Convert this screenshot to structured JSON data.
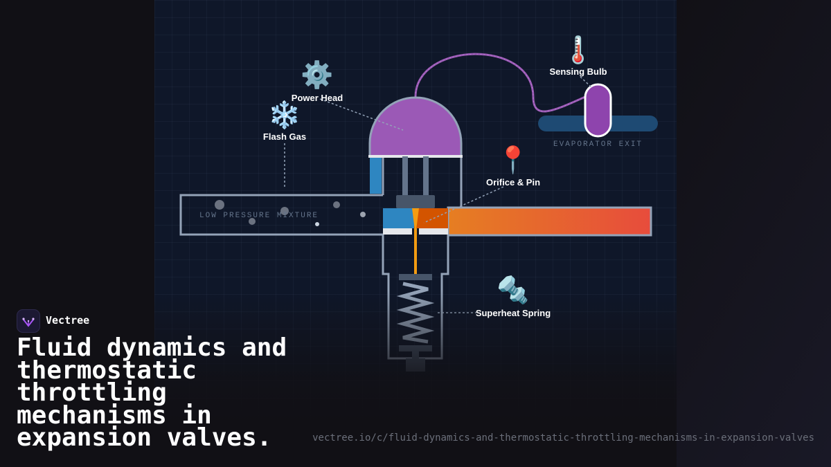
{
  "diagram": {
    "labels": {
      "power_head": "Power Head",
      "flash_gas": "Flash Gas",
      "sensing_bulb": "Sensing Bulb",
      "orifice_pin": "Orifice & Pin",
      "superheat_spring": "Superheat Spring"
    },
    "icons": {
      "power_head": "⚙️",
      "flash_gas": "❄️",
      "sensing_bulb": "🌡️",
      "orifice_pin": "📍",
      "superheat_spring": "🔩"
    },
    "tags": {
      "evaporator_exit": "EVAPORATOR EXIT",
      "low_pressure_mixture": "LOW PRESSURE MIXTURE"
    },
    "colors": {
      "background": "#0f1729",
      "power_head": "#9b59b6",
      "capillary": "#9b59b6",
      "low_pressure_liquid": "#2e86c1",
      "high_pressure_liquid_start": "#e67e22",
      "high_pressure_liquid_end": "#e74c3c",
      "pin": "#f39c12",
      "pipe_outline": "#94a3b8"
    }
  },
  "brand": {
    "name": "Vectree"
  },
  "title": "Fluid dynamics and thermostatic throttling mechanisms in expansion valves.",
  "url": "vectree.io/c/fluid-dynamics-and-thermostatic-throttling-mechanisms-in-expansion-valves"
}
